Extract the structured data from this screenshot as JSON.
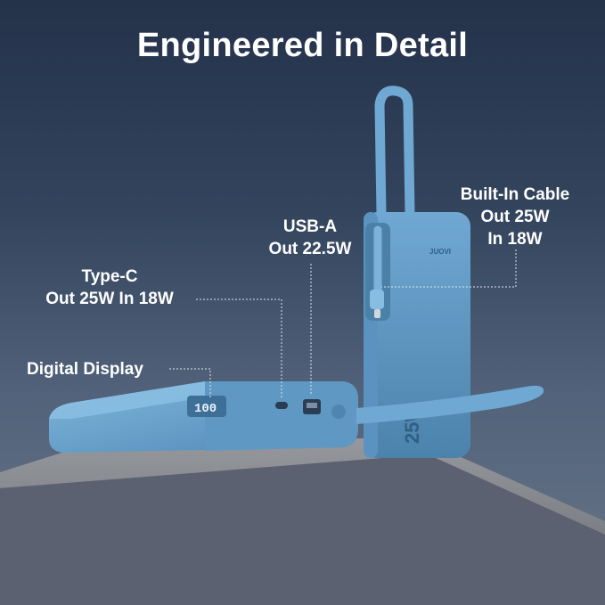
{
  "title": "Engineered in Detail",
  "callouts": {
    "builtin": {
      "line1": "Built-In Cable",
      "line2": "Out 25W",
      "line3": "In 18W"
    },
    "usba": {
      "line1": "USB-A",
      "line2": "Out 22.5W"
    },
    "typec": {
      "line1": "Type-C",
      "line2": "Out 25W In 18W"
    },
    "display": {
      "line1": "Digital Display"
    }
  },
  "product": {
    "brand": "JUOVI",
    "display_reading": "100",
    "capacity_mark": "25W"
  },
  "colors": {
    "product_blue": "#6aa3cc",
    "background_top": "#24324a",
    "pedestal": "#8a8d92"
  }
}
